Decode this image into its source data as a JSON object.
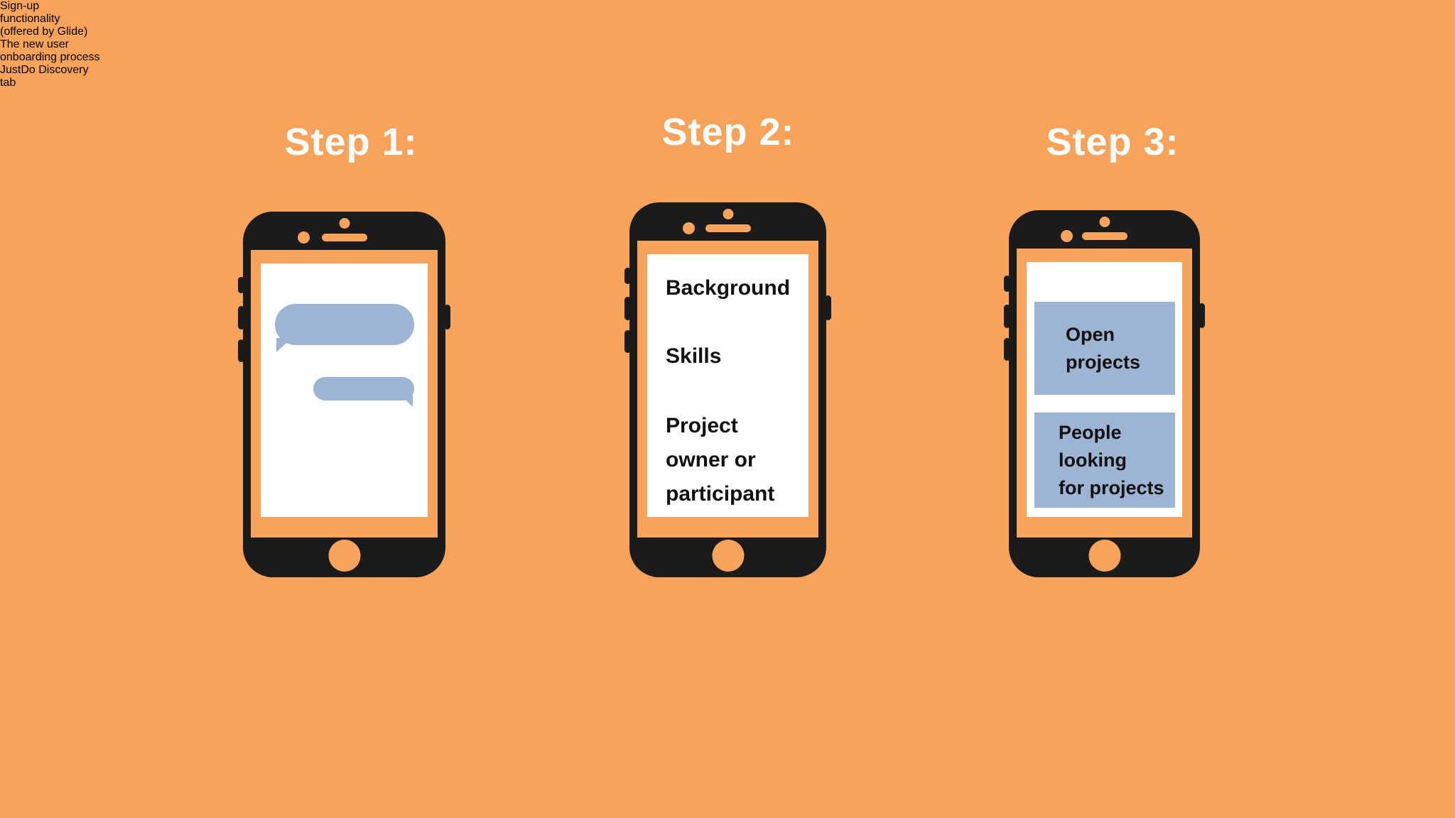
{
  "colors": {
    "background": "#F7A35C",
    "phone_frame": "#1B1B1B",
    "screen_white": "#FFFFFF",
    "accent_blue": "#9DB4D2",
    "title_text": "#FFFFFF",
    "screen_text": "#111111"
  },
  "steps": [
    {
      "title": "Step 1:",
      "caption_lines": [
        "Sign-up",
        "functionality",
        "(offered by Glide)"
      ],
      "screen": {
        "type": "chat-bubbles"
      }
    },
    {
      "title": "Step 2:",
      "caption_lines": [
        "The new user",
        "onboarding process"
      ],
      "screen": {
        "type": "onboarding-list",
        "item1": "Background",
        "item2": "Skills",
        "item3_lines": [
          "Project",
          "owner or",
          "participant"
        ]
      }
    },
    {
      "title": "Step 3:",
      "caption_lines": [
        "JustDo Discovery",
        "tab"
      ],
      "screen": {
        "type": "discovery-boxes",
        "box1_lines": [
          "Open",
          "projects"
        ],
        "box2_lines": [
          "People",
          "looking",
          "for projects"
        ]
      }
    }
  ]
}
